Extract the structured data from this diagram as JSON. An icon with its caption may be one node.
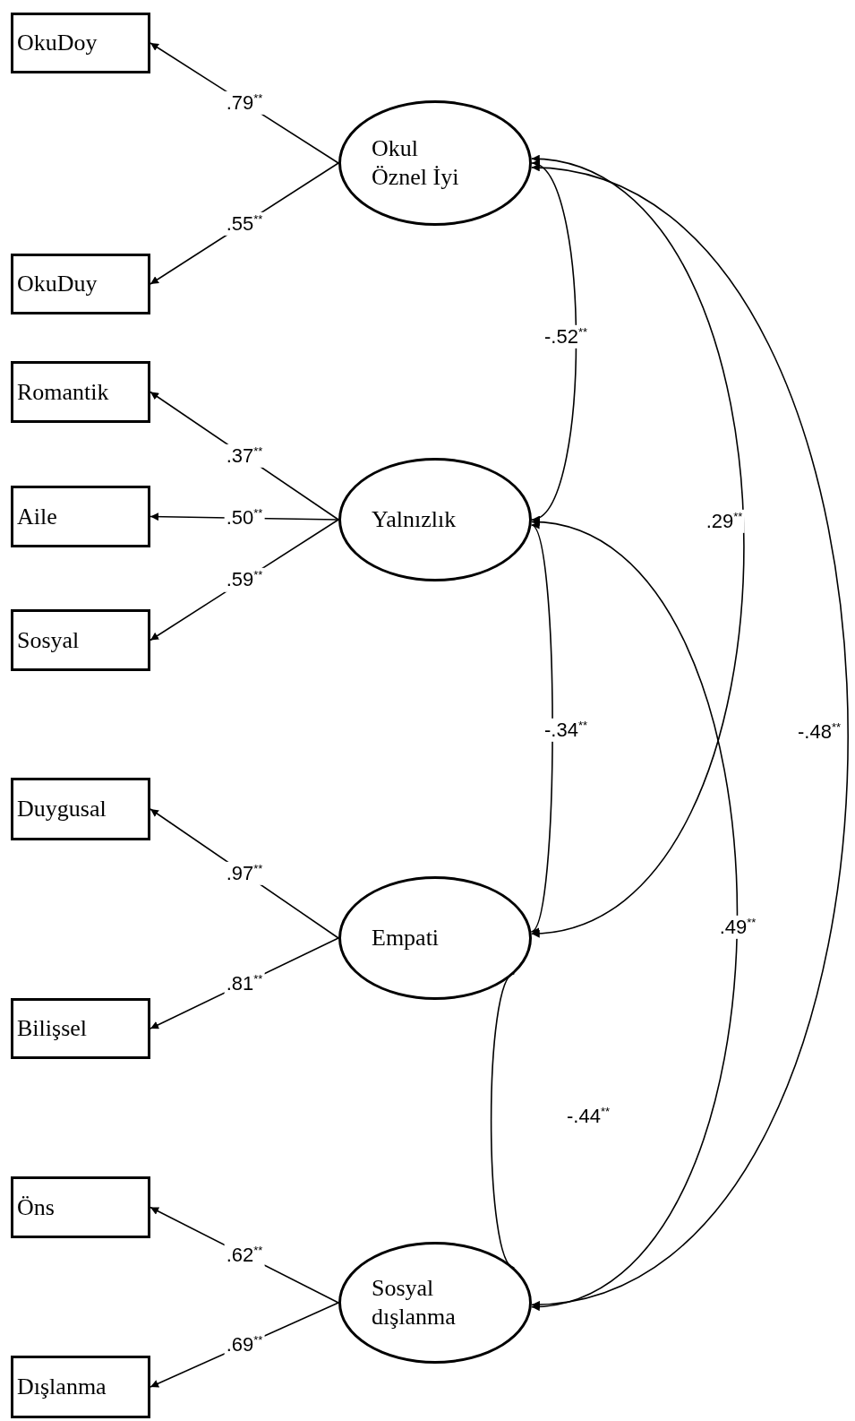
{
  "diagram": {
    "nodes": [
      {
        "text": [
          "OkuDoy"
        ]
      },
      {
        "text": [
          "Okul Öznel İyi"
        ]
      },
      {
        "text": [
          "OkuDuy"
        ]
      },
      {
        "text": [
          "Romantik"
        ]
      },
      {
        "text": [
          "Aile"
        ]
      },
      {
        "text": [
          "Yalnızlık"
        ]
      },
      {
        "text": [
          "Sosyal"
        ]
      },
      {
        "text": [
          "Duygusal"
        ]
      },
      {
        "text": [
          "Empati"
        ]
      },
      {
        "text": [
          "Bilişsel"
        ]
      },
      {
        "text": [
          "Öns"
        ]
      },
      {
        "text": [
          "Sosyal dışlanma"
        ]
      },
      {
        "text": [
          "Dışlanma"
        ]
      }
    ],
    "edges": [
      {
        "from": 1,
        "to": 0,
        "arrow": "to",
        "label": ".79$^{**}$"
      },
      {
        "from": 1,
        "to": 2,
        "arrow": "to",
        "label": ".55$^{**}$"
      },
      {
        "from": 5,
        "to": 3,
        "arrow": "to",
        "label": ".37$^{**}$"
      },
      {
        "from": 5,
        "to": 4,
        "arrow": "to",
        "label": ".50$^{**}$"
      },
      {
        "from": 5,
        "to": 6,
        "arrow": "to",
        "label": ".59$^{**}$"
      },
      {
        "from": 8,
        "to": 7,
        "arrow": "to",
        "label": ".97$^{**}$"
      },
      {
        "from": 8,
        "to": 9,
        "arrow": "to",
        "label": ".81$^{**}$"
      },
      {
        "from": 11,
        "to": 10,
        "arrow": "to",
        "label": ".62$^{**}$"
      },
      {
        "from": 11,
        "to": 12,
        "arrow": "to",
        "label": ".69$^{**}$"
      },
      {
        "from": 1,
        "to": 5,
        "arrow": "both",
        "label": "-.52$^{**}$"
      },
      {
        "from": 1,
        "to": 8,
        "arrow": "both",
        "label": ".29$^{**}$"
      },
      {
        "from": 1,
        "to": 11,
        "arrow": "both",
        "label": "-.48$^{**}$"
      },
      {
        "from": 5,
        "to": 8,
        "arrow": "both",
        "label": "-.34$^{**}$"
      },
      {
        "from": 5,
        "to": 11,
        "arrow": "both",
        "label": ".49$^{**}$"
      },
      {
        "from": 8,
        "to": 11,
        "arrow": "both",
        "label": "-.44$^{**}$"
      }
    ]
  }
}
